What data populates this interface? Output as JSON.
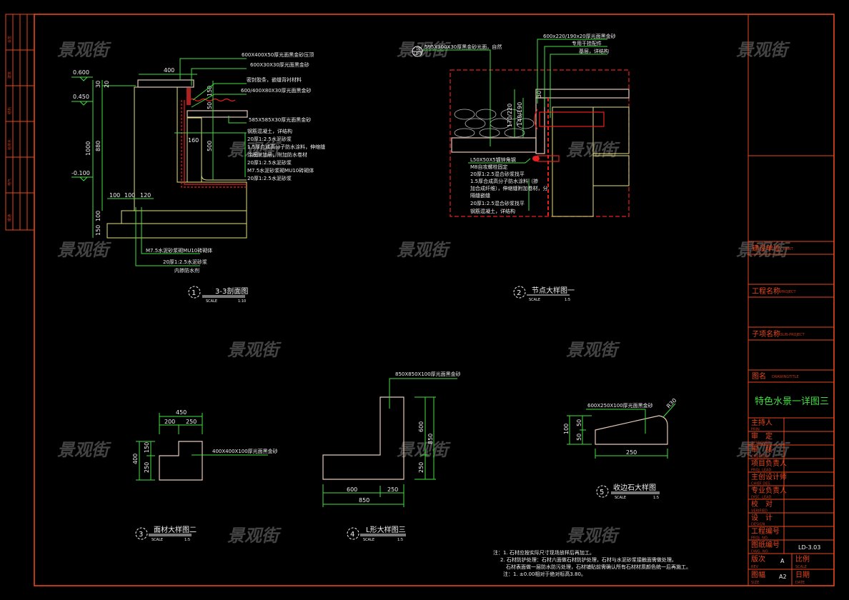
{
  "watermark": "景观街",
  "colors": {
    "frame": "#e8471c",
    "leader": "#3fe03f",
    "text": "#f0f0f0",
    "section": "#e82020"
  },
  "section1": {
    "levels": [
      "0.600",
      "0.450",
      "-0.100"
    ],
    "dims": {
      "top": "400",
      "d30": "30",
      "d20": "20",
      "h1000": "1000",
      "h880": "880",
      "d150": "150",
      "d50": "50",
      "d160": "160",
      "d500": "500",
      "b100a": "100",
      "b100b": "100",
      "b120": "120",
      "v100": "100",
      "v150": "150"
    },
    "labels": [
      "600X400X50厚光面黑金砂压顶",
      "600X30X30厚光面黑金砂",
      "密封胶条，嵌缝背衬材料",
      "600/400X80X30厚光面黑金砂",
      "585X585X30厚光面黑金砂",
      "钢筋混凝土，详结构",
      "20厚1:2.5水泥砂浆",
      "1.5厚合成高分子防水涂料，伸缩缝",
      "涂膜附加层，附加防水卷材",
      "20厚1:2.5水泥砂浆",
      "M7.5水泥砂浆砌MU10砖砌体",
      "20厚1:2.5水泥砂浆"
    ],
    "bottom_labels": [
      "M7.5水泥砂浆砌MU10砖砌体",
      "20厚1:2.5水泥砂浆",
      "内掺防水剂"
    ],
    "title": {
      "num": "1",
      "name": "3-3剖面图",
      "scale_label": "SCALE",
      "scale": "1:10"
    }
  },
  "section2": {
    "labels_top": [
      "595X300X30厚黑金砂光面，自然",
      "600x220/190x20厚光面黑金砂",
      "专用干挂配件",
      "基层，详结构"
    ],
    "dims": {
      "d30": "30",
      "d170": "170/220",
      "d140": "140/190"
    },
    "labels": [
      "L50X50X5镀锌角钢",
      "M8自攻螺栓固定",
      "20厚1:2.5混合砂浆找平",
      "1.5厚合成高分子防水涂料（掺",
      "加合成纤维），伸缩缝附加卷材，分",
      "隔缝嵌缝",
      "20厚1:2.5混合砂浆找平",
      "钢筋混凝土，详结构"
    ],
    "mark": {
      "top": "10",
      "bottom": "LD-3"
    },
    "title": {
      "num": "2",
      "name": "节点大样图一",
      "scale_label": "SCALE",
      "scale": "1:5"
    }
  },
  "detail3": {
    "dims": {
      "w": "450",
      "w1": "200",
      "w2": "250",
      "h": "400",
      "h1": "150",
      "h2": "250"
    },
    "label": "400X400X100厚光面黑金砂",
    "title": {
      "num": "3",
      "name": "面材大样图二",
      "scale_label": "SCALE",
      "scale": "1:5"
    }
  },
  "detail4": {
    "dims": {
      "w1": "600",
      "w2": "250",
      "w": "850",
      "h1": "600",
      "h2": "250",
      "h": "850"
    },
    "label": "850X850X100厚光面黑金砂",
    "title": {
      "num": "4",
      "name": "L形大样图三",
      "scale_label": "SCALE",
      "scale": "1:5"
    }
  },
  "detail5": {
    "dims": {
      "h": "100",
      "h1": "50",
      "h2": "50",
      "w": "250",
      "r": "R30"
    },
    "label": "600X250X100厚光面黑金砂",
    "title": {
      "num": "5",
      "name": "收边石大样图",
      "scale_label": "SCALE",
      "scale": "1:5"
    }
  },
  "notes": [
    "注：1. 石材应按实际尺寸现场放样后再加工。",
    "2. 石材防护处理：石材六面做石材防护处理，石材与水泥砂浆接触面需做处理。",
    "石材表面做一层防水防污处理，石材铺贴前需确认所有石材材质颜色统一后再施工。",
    "注：1. ±0.00相对于绝对标高3.80。"
  ],
  "title_block": {
    "client": {
      "label": "建设单位",
      "en": "CLIENT"
    },
    "project": {
      "label": "工程名称",
      "en": "PROJECT"
    },
    "subproject": {
      "label": "子项名称",
      "en": "SUB-PROJECT"
    },
    "drawing_title": {
      "label": "图名",
      "en": "DRAWINGTITLE",
      "value": "特色水景一详图三"
    },
    "roles": [
      {
        "label": "主持人",
        "en": "PRIN"
      },
      {
        "label": "审　定",
        "en": "APPROVED"
      },
      {
        "label": "审　核",
        "en": "CHECKED"
      },
      {
        "label": "项目负责人",
        "en": "PROJ. LEAD"
      },
      {
        "label": "主创设计师",
        "en": "CHIEF DES."
      },
      {
        "label": "专业负责人",
        "en": "DISC. LEAD"
      },
      {
        "label": "校　对",
        "en": "VERIFIED"
      },
      {
        "label": "设　计",
        "en": "DESIGN"
      },
      {
        "label": "工程编号",
        "en": "PROJ. NO."
      },
      {
        "label": "图纸编号",
        "en": "DWG. NO.",
        "value": "LD-3.03"
      }
    ],
    "revision": {
      "label": "版次",
      "en": "REV",
      "value": "A"
    },
    "scale": {
      "label": "比例",
      "en": "SCALE"
    },
    "size": {
      "label": "图幅",
      "en": "SIZE",
      "value": "A2"
    },
    "date": {
      "label": "日期",
      "en": "DATE"
    }
  },
  "left_strip": [
    "会签",
    "建筑",
    "结构",
    "给排水",
    "电气",
    "暖通"
  ]
}
